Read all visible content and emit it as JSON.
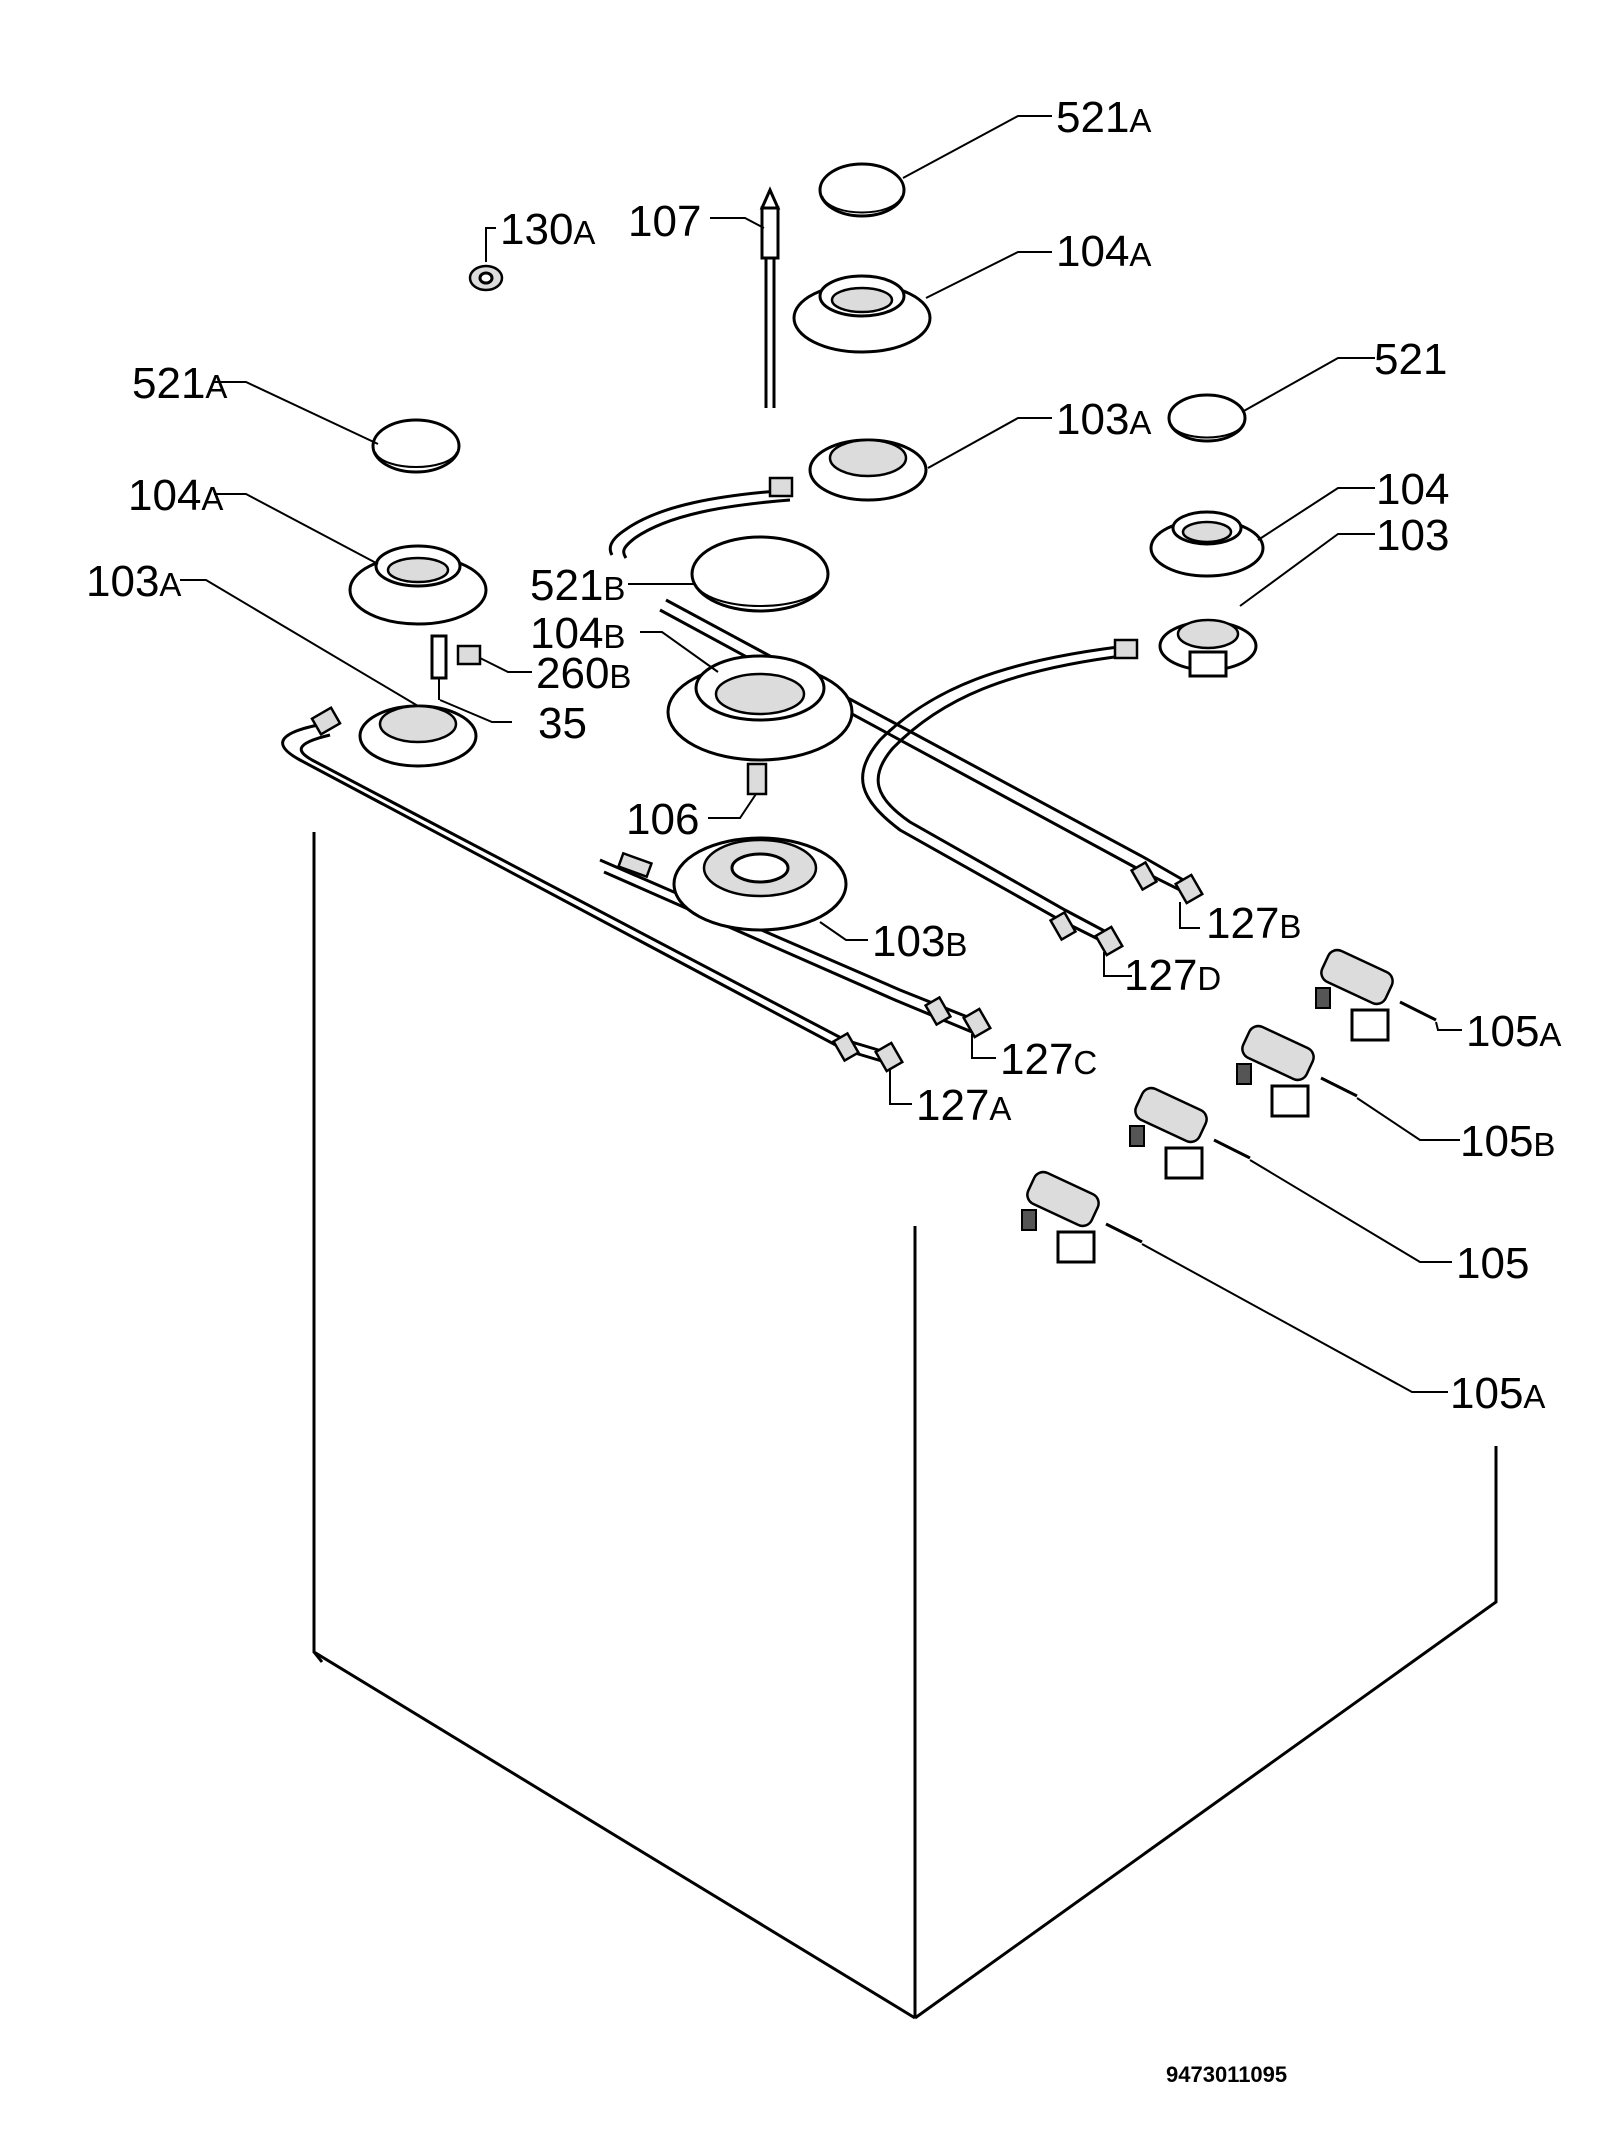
{
  "document_number": "9473011095",
  "callouts": [
    {
      "id": "c-521a-top",
      "num": "521",
      "suffix": "A"
    },
    {
      "id": "c-130a",
      "num": "130",
      "suffix": "A"
    },
    {
      "id": "c-107",
      "num": "107",
      "suffix": ""
    },
    {
      "id": "c-104a-top",
      "num": "104",
      "suffix": "A"
    },
    {
      "id": "c-521",
      "num": "521",
      "suffix": ""
    },
    {
      "id": "c-521a-left",
      "num": "521",
      "suffix": "A"
    },
    {
      "id": "c-103a-top",
      "num": "103",
      "suffix": "A"
    },
    {
      "id": "c-104a-left",
      "num": "104",
      "suffix": "A"
    },
    {
      "id": "c-104",
      "num": "104",
      "suffix": ""
    },
    {
      "id": "c-103",
      "num": "103",
      "suffix": ""
    },
    {
      "id": "c-103a-left",
      "num": "103",
      "suffix": "A"
    },
    {
      "id": "c-521b",
      "num": "521",
      "suffix": "B"
    },
    {
      "id": "c-104b",
      "num": "104",
      "suffix": "B"
    },
    {
      "id": "c-260b",
      "num": "260",
      "suffix": "B"
    },
    {
      "id": "c-35",
      "num": "35",
      "suffix": ""
    },
    {
      "id": "c-106",
      "num": "106",
      "suffix": ""
    },
    {
      "id": "c-103b",
      "num": "103",
      "suffix": "B"
    },
    {
      "id": "c-127b",
      "num": "127",
      "suffix": "B"
    },
    {
      "id": "c-127d",
      "num": "127",
      "suffix": "D"
    },
    {
      "id": "c-105a-top",
      "num": "105",
      "suffix": "A"
    },
    {
      "id": "c-127c",
      "num": "127",
      "suffix": "C"
    },
    {
      "id": "c-127a",
      "num": "127",
      "suffix": "A"
    },
    {
      "id": "c-105b",
      "num": "105",
      "suffix": "B"
    },
    {
      "id": "c-105",
      "num": "105",
      "suffix": ""
    },
    {
      "id": "c-105a-bottom",
      "num": "105",
      "suffix": "A"
    }
  ]
}
